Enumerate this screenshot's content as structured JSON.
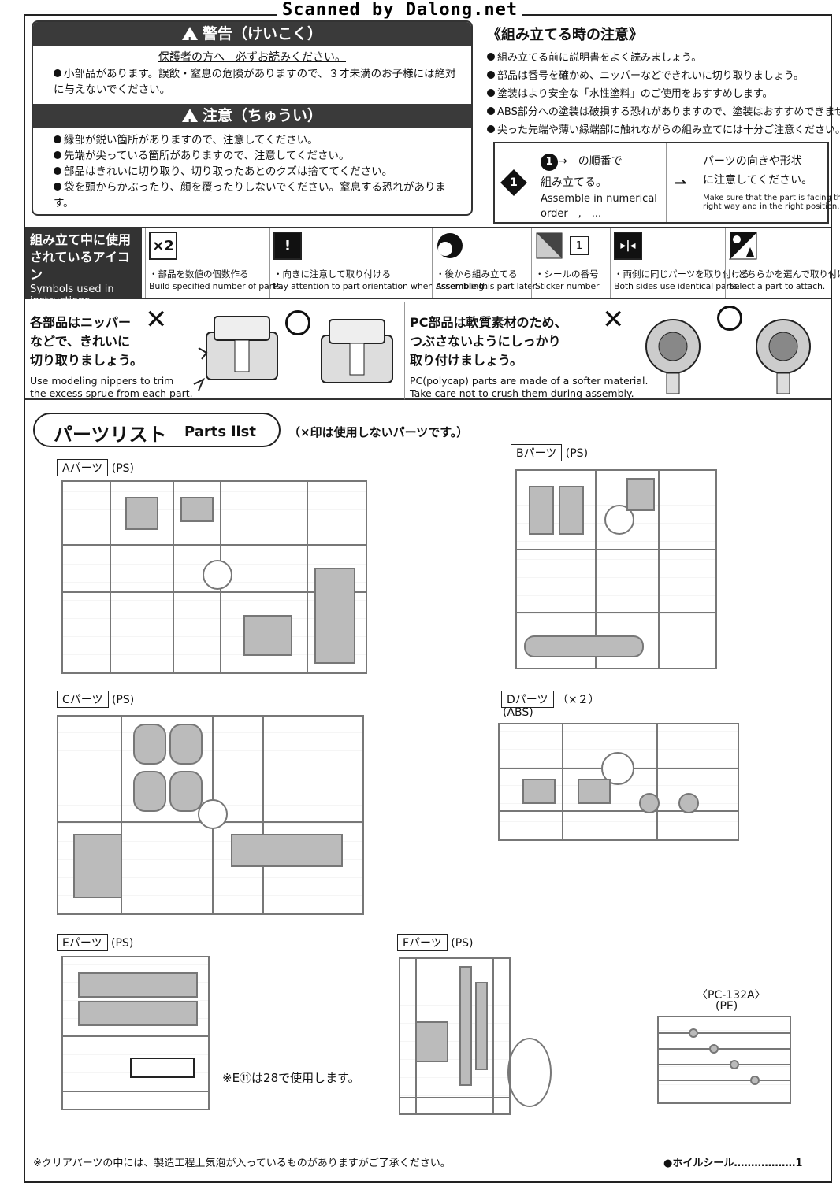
{
  "banner": "Scanned by Dalong.net",
  "warning": {
    "title": "警告（けいこく）",
    "subtitle": "保護者の方へ　必ずお読みください。",
    "lines": [
      "小部品があります。誤飲・窒息の危険がありますので、３才未満のお子様には絶対",
      "に与えないでください。"
    ]
  },
  "caution": {
    "title": "注意（ちゅうい）",
    "lines": [
      "縁部が鋭い箇所がありますので、注意してください。",
      "先端が尖っている箇所がありますので、注意してください。",
      "部品はきれいに切り取り、切り取ったあとのクズは捨ててください。",
      "袋を頭からかぶったり、顔を覆ったりしないでください。窒息する恐れがあります。"
    ]
  },
  "notes": {
    "title": "《組み立てる時の注意》",
    "lines": [
      "組み立てる前に説明書をよく読みましょう。",
      "部品は番号を確かめ、ニッパーなどできれいに切り取りましょう。",
      "塗装はより安全な「水性塗料」のご使用をおすすめします。",
      "ABS部分への塗装は破損する恐れがありますので、塗装はおすすめできません。",
      "尖った先端や薄い縁端部に触れながらの組み立てには十分ご注意ください。"
    ]
  },
  "order": {
    "badge": "1",
    "line1": "→　の順番で",
    "line2": "組み立てる。",
    "en1": "Assemble in numerical",
    "en2": "order　,　...",
    "right_jp1": "パーツの向きや形状",
    "right_jp2": "に注意してください。",
    "right_en1": "Make sure that the part is facing the",
    "right_en2": "right way and in the right position."
  },
  "symbols": {
    "title_jp1": "組み立て中に使用",
    "title_jp2": "されているアイコン",
    "title_en1": "Symbols used in",
    "title_en2": "instructions",
    "items": [
      {
        "icon": "×2",
        "jp": "・部品を数値の個数作る",
        "en": "Build specified number of parts."
      },
      {
        "icon": "!",
        "jp": "・向きに注意して取り付ける",
        "en": "Pay attention to part orientation when assembling."
      },
      {
        "icon": "",
        "jp": "・後から組み立てる",
        "en": "Assemble this part later."
      },
      {
        "icon": "1",
        "jp": "・シールの番号",
        "en": "Sticker number"
      },
      {
        "icon": "",
        "jp": "・両側に同じパーツを取り付ける",
        "en": "Both sides use identical parts."
      },
      {
        "icon": "",
        "jp": "・どちらかを選んで取り付ける",
        "en": "Select a part to attach."
      }
    ]
  },
  "tips": {
    "left_jp": [
      "各部品はニッパー",
      "などで、きれいに",
      "切り取りましょう。"
    ],
    "left_en": [
      "Use modeling nippers to trim",
      "the excess sprue from each part."
    ],
    "right_jp": [
      "PC部品は軟質素材のため、",
      "つぶさないようにしっかり",
      "取り付けましょう。"
    ],
    "right_en": [
      "PC(polycap) parts are made of a softer material.",
      "Take care not to crush them during assembly."
    ]
  },
  "parts_list": {
    "title_jp": "パーツリスト",
    "title_en": "Parts list",
    "note": "（×印は使用しないパーツです。）",
    "runners": {
      "a": {
        "label": "Aパーツ",
        "material": "(PS)"
      },
      "b": {
        "label": "Bパーツ",
        "material": "(PS)"
      },
      "c": {
        "label": "Cパーツ",
        "material": "(PS)"
      },
      "d": {
        "label": "Dパーツ",
        "qty": "（×２）",
        "material": "(ABS)"
      },
      "e": {
        "label": "Eパーツ",
        "material": "(PS)"
      },
      "f": {
        "label": "Fパーツ",
        "material": "(PS)"
      },
      "pc": {
        "label": "〈PC-132A〉",
        "material": "(PE)"
      }
    },
    "e_note": "※E⑪は28で使用します。"
  },
  "footer": {
    "left": "※クリアパーツの中には、製造工程上気泡が入っているものがありますがご了承ください。",
    "right": "●ホイルシール………………1"
  }
}
